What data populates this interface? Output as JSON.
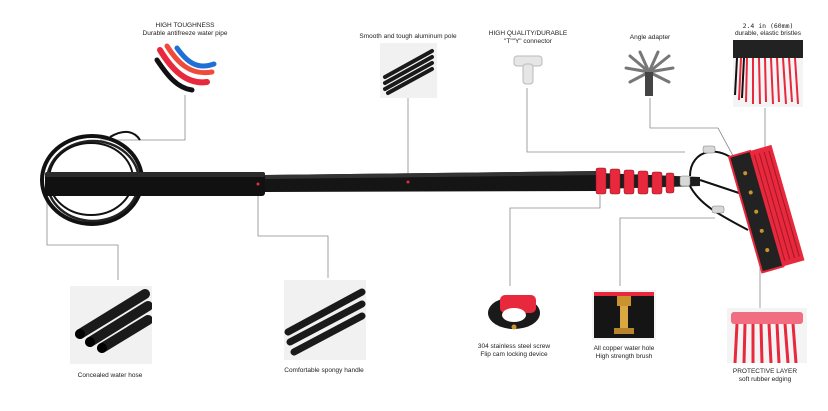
{
  "labels": {
    "high_toughness": {
      "title": "HIGH TOUGHNESS",
      "sub": "Durable antifreeze water pipe"
    },
    "aluminum_pole": {
      "title": "Smooth and tough aluminum pole"
    },
    "connector": {
      "title": "HIGH QUALITY/DURABLE",
      "sub": "\"T\"\"Y\" connector"
    },
    "angle_adapter": {
      "title": "Angle adapter"
    },
    "bristles": {
      "title": "2.4 in (60mm)",
      "sub": "durable, elastic bristles"
    },
    "concealed_hose": {
      "title": "Concealed water hose"
    },
    "spongy_handle": {
      "title": "Comfortable spongy handle"
    },
    "steel_screw": {
      "title": "304 stainless steel screw",
      "sub": "Flip cam locking device"
    },
    "copper_hole": {
      "title": "All copper water hole",
      "sub": "High strength brush"
    },
    "protective_layer": {
      "title": "PROTECTIVE LAYER",
      "sub": "soft rubber edging"
    }
  },
  "colors": {
    "accent_red": "#e8283c",
    "pole_black": "#141414",
    "hose_blue": "#1f6fd6",
    "brass": "#c9932d",
    "leader_line": "#8a8a8a"
  }
}
